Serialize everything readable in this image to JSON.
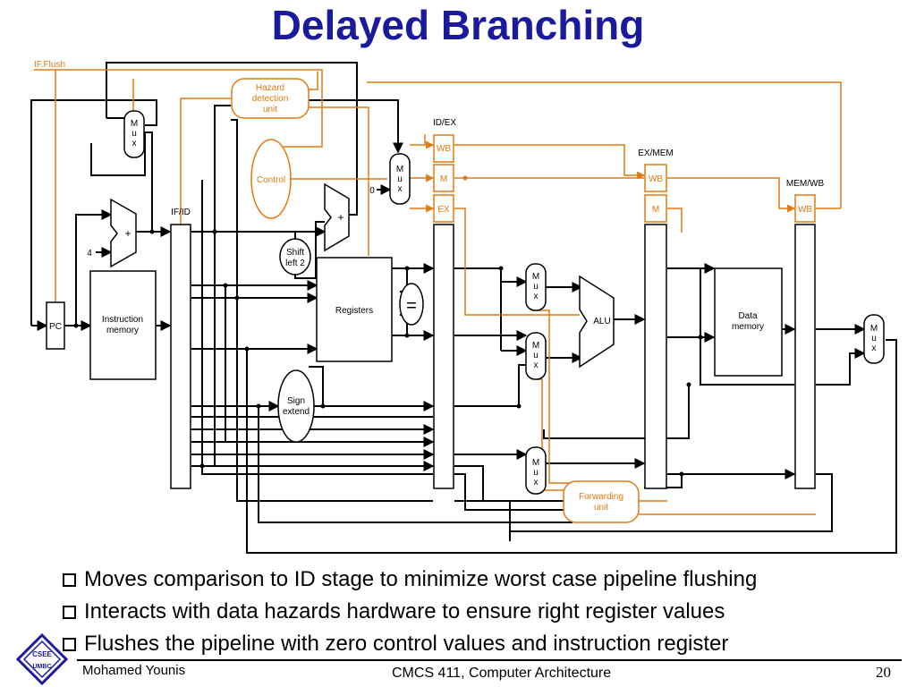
{
  "title": "Delayed Branching",
  "diagram": {
    "if_flush": "IF.Flush",
    "hazard_unit": [
      "Hazard",
      "detection",
      "unit"
    ],
    "control": "Control",
    "forwarding_unit": [
      "Forwarding",
      "unit"
    ],
    "registers": "Registers",
    "instruction_memory": [
      "Instruction",
      "memory"
    ],
    "data_memory": [
      "Data",
      "memory"
    ],
    "pc": "PC",
    "alu": "ALU",
    "shift_left": [
      "Shift",
      "left 2"
    ],
    "sign_extend": [
      "Sign",
      "extend"
    ],
    "equal_symbol": "=",
    "adder_symbol": "+",
    "const_four": "4",
    "const_zero": "0",
    "mux_letters": [
      "M",
      "u",
      "x"
    ],
    "latches": {
      "if_id": "IF/ID",
      "id_ex": "ID/EX",
      "ex_mem": "EX/MEM",
      "mem_wb": "MEM/WB"
    },
    "control_fields": {
      "wb": "WB",
      "m": "M",
      "ex": "EX"
    },
    "colors": {
      "control_path": "#e07a10",
      "datapath": "#000000",
      "title": "#1a1a9c"
    }
  },
  "bullets": [
    "Moves comparison to ID stage to minimize worst case pipeline flushing",
    "Interacts with data hazards hardware to ensure right register values",
    "Flushes the pipeline with zero control values and instruction register"
  ],
  "footer": {
    "author": "Mohamed Younis",
    "course": "CMCS 411, Computer Architecture",
    "page": "20",
    "logo_text": [
      "CSEE",
      "UMBC"
    ]
  }
}
